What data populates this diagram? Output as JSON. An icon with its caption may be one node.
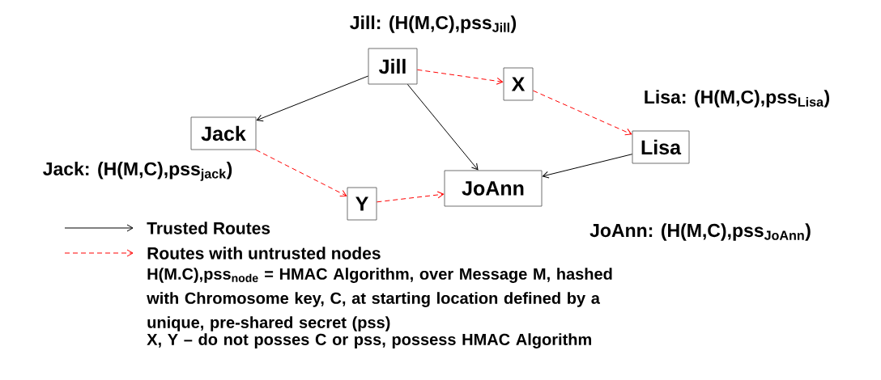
{
  "diagram": {
    "nodes": [
      {
        "text": [
          "Jill"
        ],
        "beside": [
          "Jill: (H(M,C),pss$_{Jill}$)"
        ]
      },
      {
        "text": [
          "X"
        ]
      },
      {
        "text": [
          "Jack"
        ],
        "beside": [
          "Jack: (H(M,C),pss$_{jack}$)"
        ]
      },
      {
        "text": [
          "Lisa"
        ],
        "beside": [
          "Lisa: (H(M,C),pss$_{Lisa}$)"
        ]
      },
      {
        "text": [
          "Y"
        ]
      },
      {
        "text": [
          "JoAnn"
        ],
        "beside": [
          "JoAnn: (H(M,C),pss$_{JoAnn}$)"
        ]
      }
    ],
    "edges": [
      {
        "from": 0,
        "to": 2,
        "arrow": "to",
        "color": "#000000"
      },
      {
        "from": 0,
        "to": 5,
        "arrow": "to",
        "color": "#000000"
      },
      {
        "from": 0,
        "to": 1,
        "arrow": "to",
        "style": "dashed",
        "color": "#ff0000"
      },
      {
        "from": 1,
        "to": 3,
        "arrow": "to",
        "style": "dashed",
        "color": "#ff0000"
      },
      {
        "from": 3,
        "to": 5,
        "arrow": "to",
        "color": "#000000"
      },
      {
        "from": 2,
        "to": 4,
        "arrow": "to",
        "style": "dashed",
        "color": "#ff0000"
      },
      {
        "from": 4,
        "to": 5,
        "arrow": "to",
        "style": "dashed",
        "color": "#ff0000"
      }
    ],
    "labels": [
      "H(M.C),pss$_{node}$ = HMAC Algorithm, over Message M, hashed with Chromosome key, C, at starting location defined by a unique, pre-shared secret (pss)",
      "X, Y – do not posses C or pss, possess HMAC Algorithm"
    ],
    "legend": [
      {
        "text": "Trusted Routes"
      },
      {
        "text": "Routes with untrusted nodes"
      }
    ]
  }
}
